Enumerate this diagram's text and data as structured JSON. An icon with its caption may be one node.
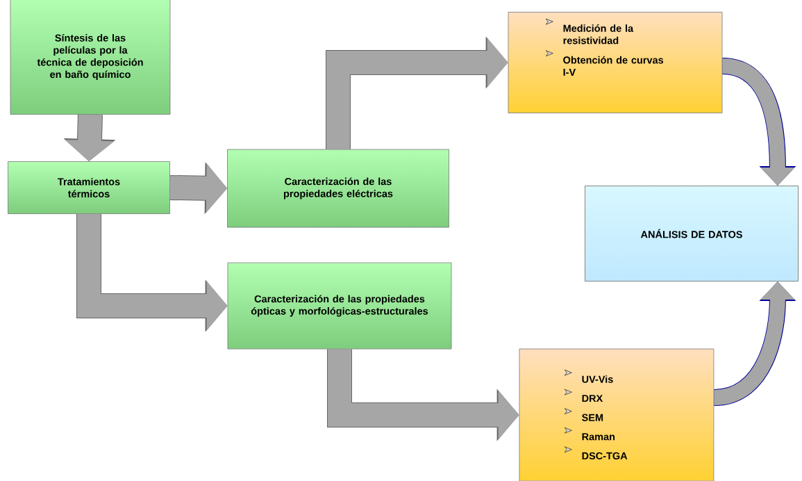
{
  "diagram": {
    "nodes": [
      {
        "text": [
          "Síntesis de las películas por la técnica de deposición en baño químico"
        ]
      },
      {
        "text": [
          "Tratamientos térmicos"
        ]
      },
      {
        "text": [
          "Caracterización de las propiedades eléctricas"
        ]
      },
      {
        "text": [
          "Caracterización de las propiedades ópticas y morfológicas-estructurales"
        ]
      },
      {
        "text": [
          "Medición de la resistividad",
          "Obtención de curvas I-V"
        ]
      },
      {
        "text": [
          "ANÁLISIS DE DATOS"
        ]
      },
      {
        "text": [
          "UV-Vis",
          "DRX",
          "SEM",
          "Raman",
          "DSC-TGA"
        ]
      }
    ],
    "edges": [
      {
        "from": 0,
        "to": 1,
        "arrow": "to"
      },
      {
        "from": 1,
        "to": 2,
        "arrow": "to"
      },
      {
        "from": 2,
        "to": 4,
        "arrow": "to"
      },
      {
        "from": 1,
        "to": 3,
        "arrow": "to"
      },
      {
        "from": 3,
        "to": 6,
        "arrow": "to"
      },
      {
        "from": 4,
        "to": 5,
        "arrow": "to"
      },
      {
        "from": 6,
        "to": 5,
        "arrow": "to"
      }
    ]
  }
}
